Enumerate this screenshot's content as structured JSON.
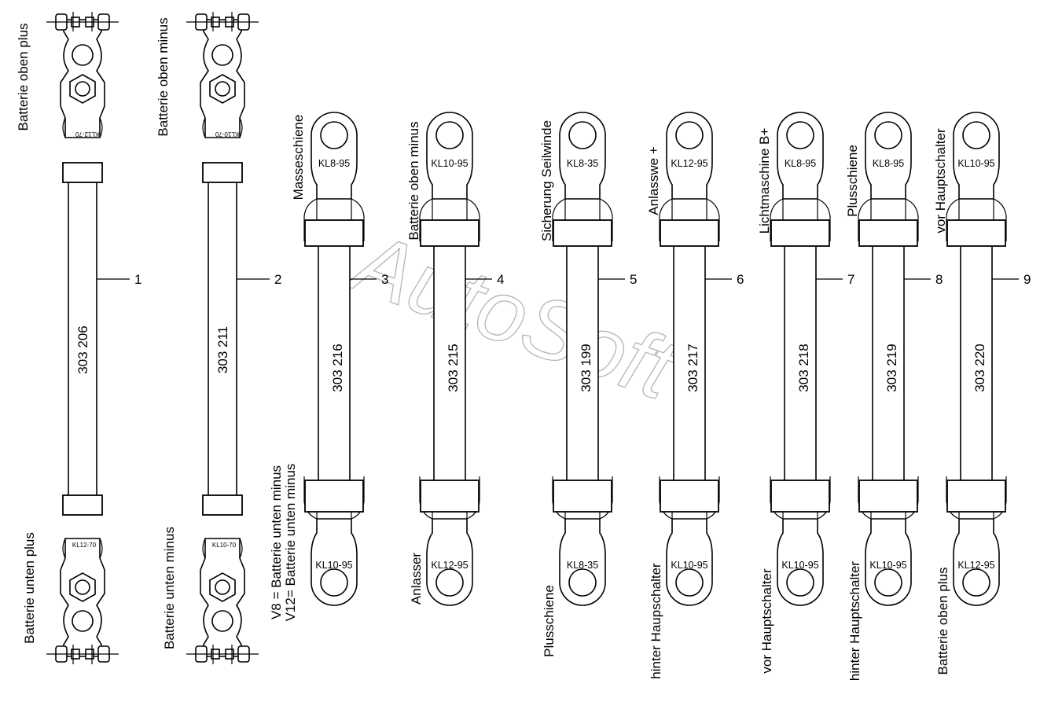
{
  "watermark": "AutoSoft",
  "cables": [
    {
      "number": "1",
      "part": "303 206",
      "top_label": "Batterie oben plus",
      "bottom_label": "Batterie unten plus",
      "top_clamp": "KL12-70",
      "bottom_clamp": "KL12-70"
    },
    {
      "number": "2",
      "part": "303 211",
      "top_label": "Batterie oben minus",
      "bottom_label": "Batterie unten minus",
      "top_clamp": "KL10-70",
      "bottom_clamp": "KL10-70"
    },
    {
      "number": "3",
      "part": "303 216",
      "top_label": "Masseschiene",
      "bottom_label_1": "V8 = Batterie unten minus",
      "bottom_label_2": "V12= Batterie unten minus",
      "top_lug": "KL8-95",
      "bottom_lug": "KL10-95"
    },
    {
      "number": "4",
      "part": "303 215",
      "top_label": "Batterie oben minus",
      "bottom_label": "Anlasser",
      "top_lug": "KL10-95",
      "bottom_lug": "KL12-95"
    },
    {
      "number": "5",
      "part": "303 199",
      "top_label": "Sicherung Seilwinde",
      "bottom_label": "Plusschiene",
      "top_lug": "KL8-35",
      "bottom_lug": "KL8-35"
    },
    {
      "number": "6",
      "part": "303 217",
      "top_label": "Anlasswe +",
      "bottom_label": "hinter Haupschalter",
      "top_lug": "KL12-95",
      "bottom_lug": "KL10-95"
    },
    {
      "number": "7",
      "part": "303 218",
      "top_label": "Lichtmaschine B+",
      "bottom_label": "vor Hauptschalter",
      "top_lug": "KL8-95",
      "bottom_lug": "KL10-95"
    },
    {
      "number": "8",
      "part": "303 219",
      "top_label": "Plusschiene",
      "bottom_label": "hinter Hauptschalter",
      "top_lug": "KL8-95",
      "bottom_lug": "KL10-95"
    },
    {
      "number": "9",
      "part": "303 220",
      "top_label": "vor Hauptschalter",
      "bottom_label": "Batterie oben plus",
      "top_lug": "KL10-95",
      "bottom_lug": "KL12-95"
    }
  ]
}
